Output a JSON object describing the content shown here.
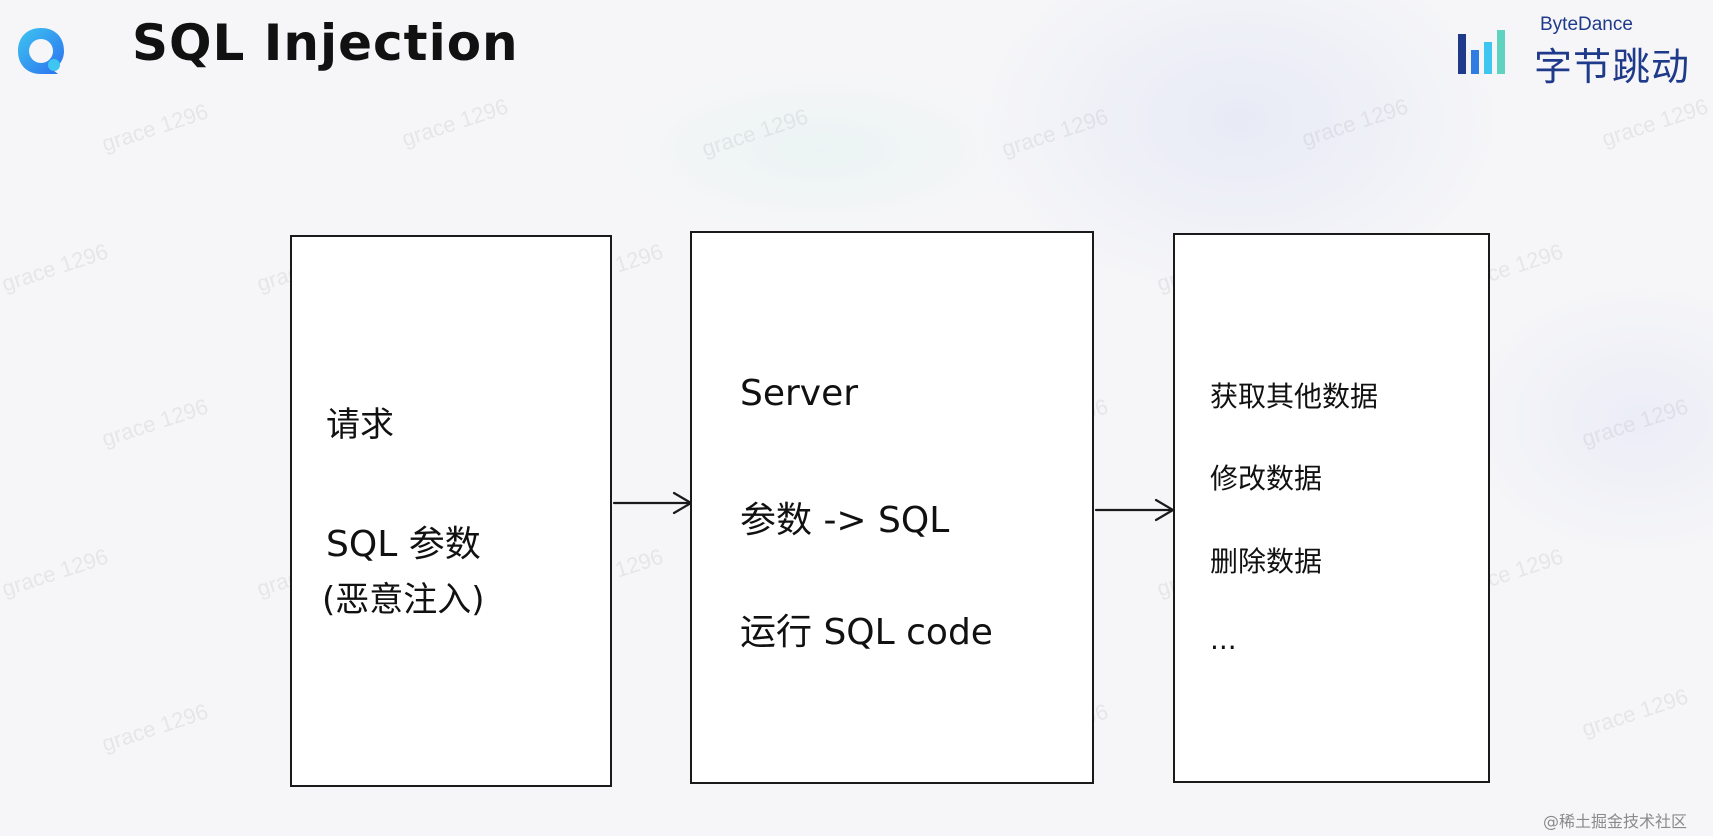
{
  "header": {
    "title": "SQL Injection",
    "brand_en": "ByteDance",
    "brand_cn": "字节跳动"
  },
  "diagram": {
    "request": {
      "line1": "请求",
      "line2": "SQL 参数",
      "line3": "(恶意注入)"
    },
    "server": {
      "line1": "Server",
      "line2": "参数 -> SQL",
      "line3": "运行 SQL code"
    },
    "result": {
      "items": [
        "获取其他数据",
        "修改数据",
        "删除数据",
        "..."
      ]
    }
  },
  "watermark": {
    "text": "grace 1296"
  },
  "footer": {
    "credit": "@稀土掘金技术社区"
  },
  "colors": {
    "brand_blue": "#1f3a8a",
    "logo_blue": "#2b6ff0",
    "logo_cyan": "#3ec6f0",
    "stroke": "#1a1a1a"
  }
}
